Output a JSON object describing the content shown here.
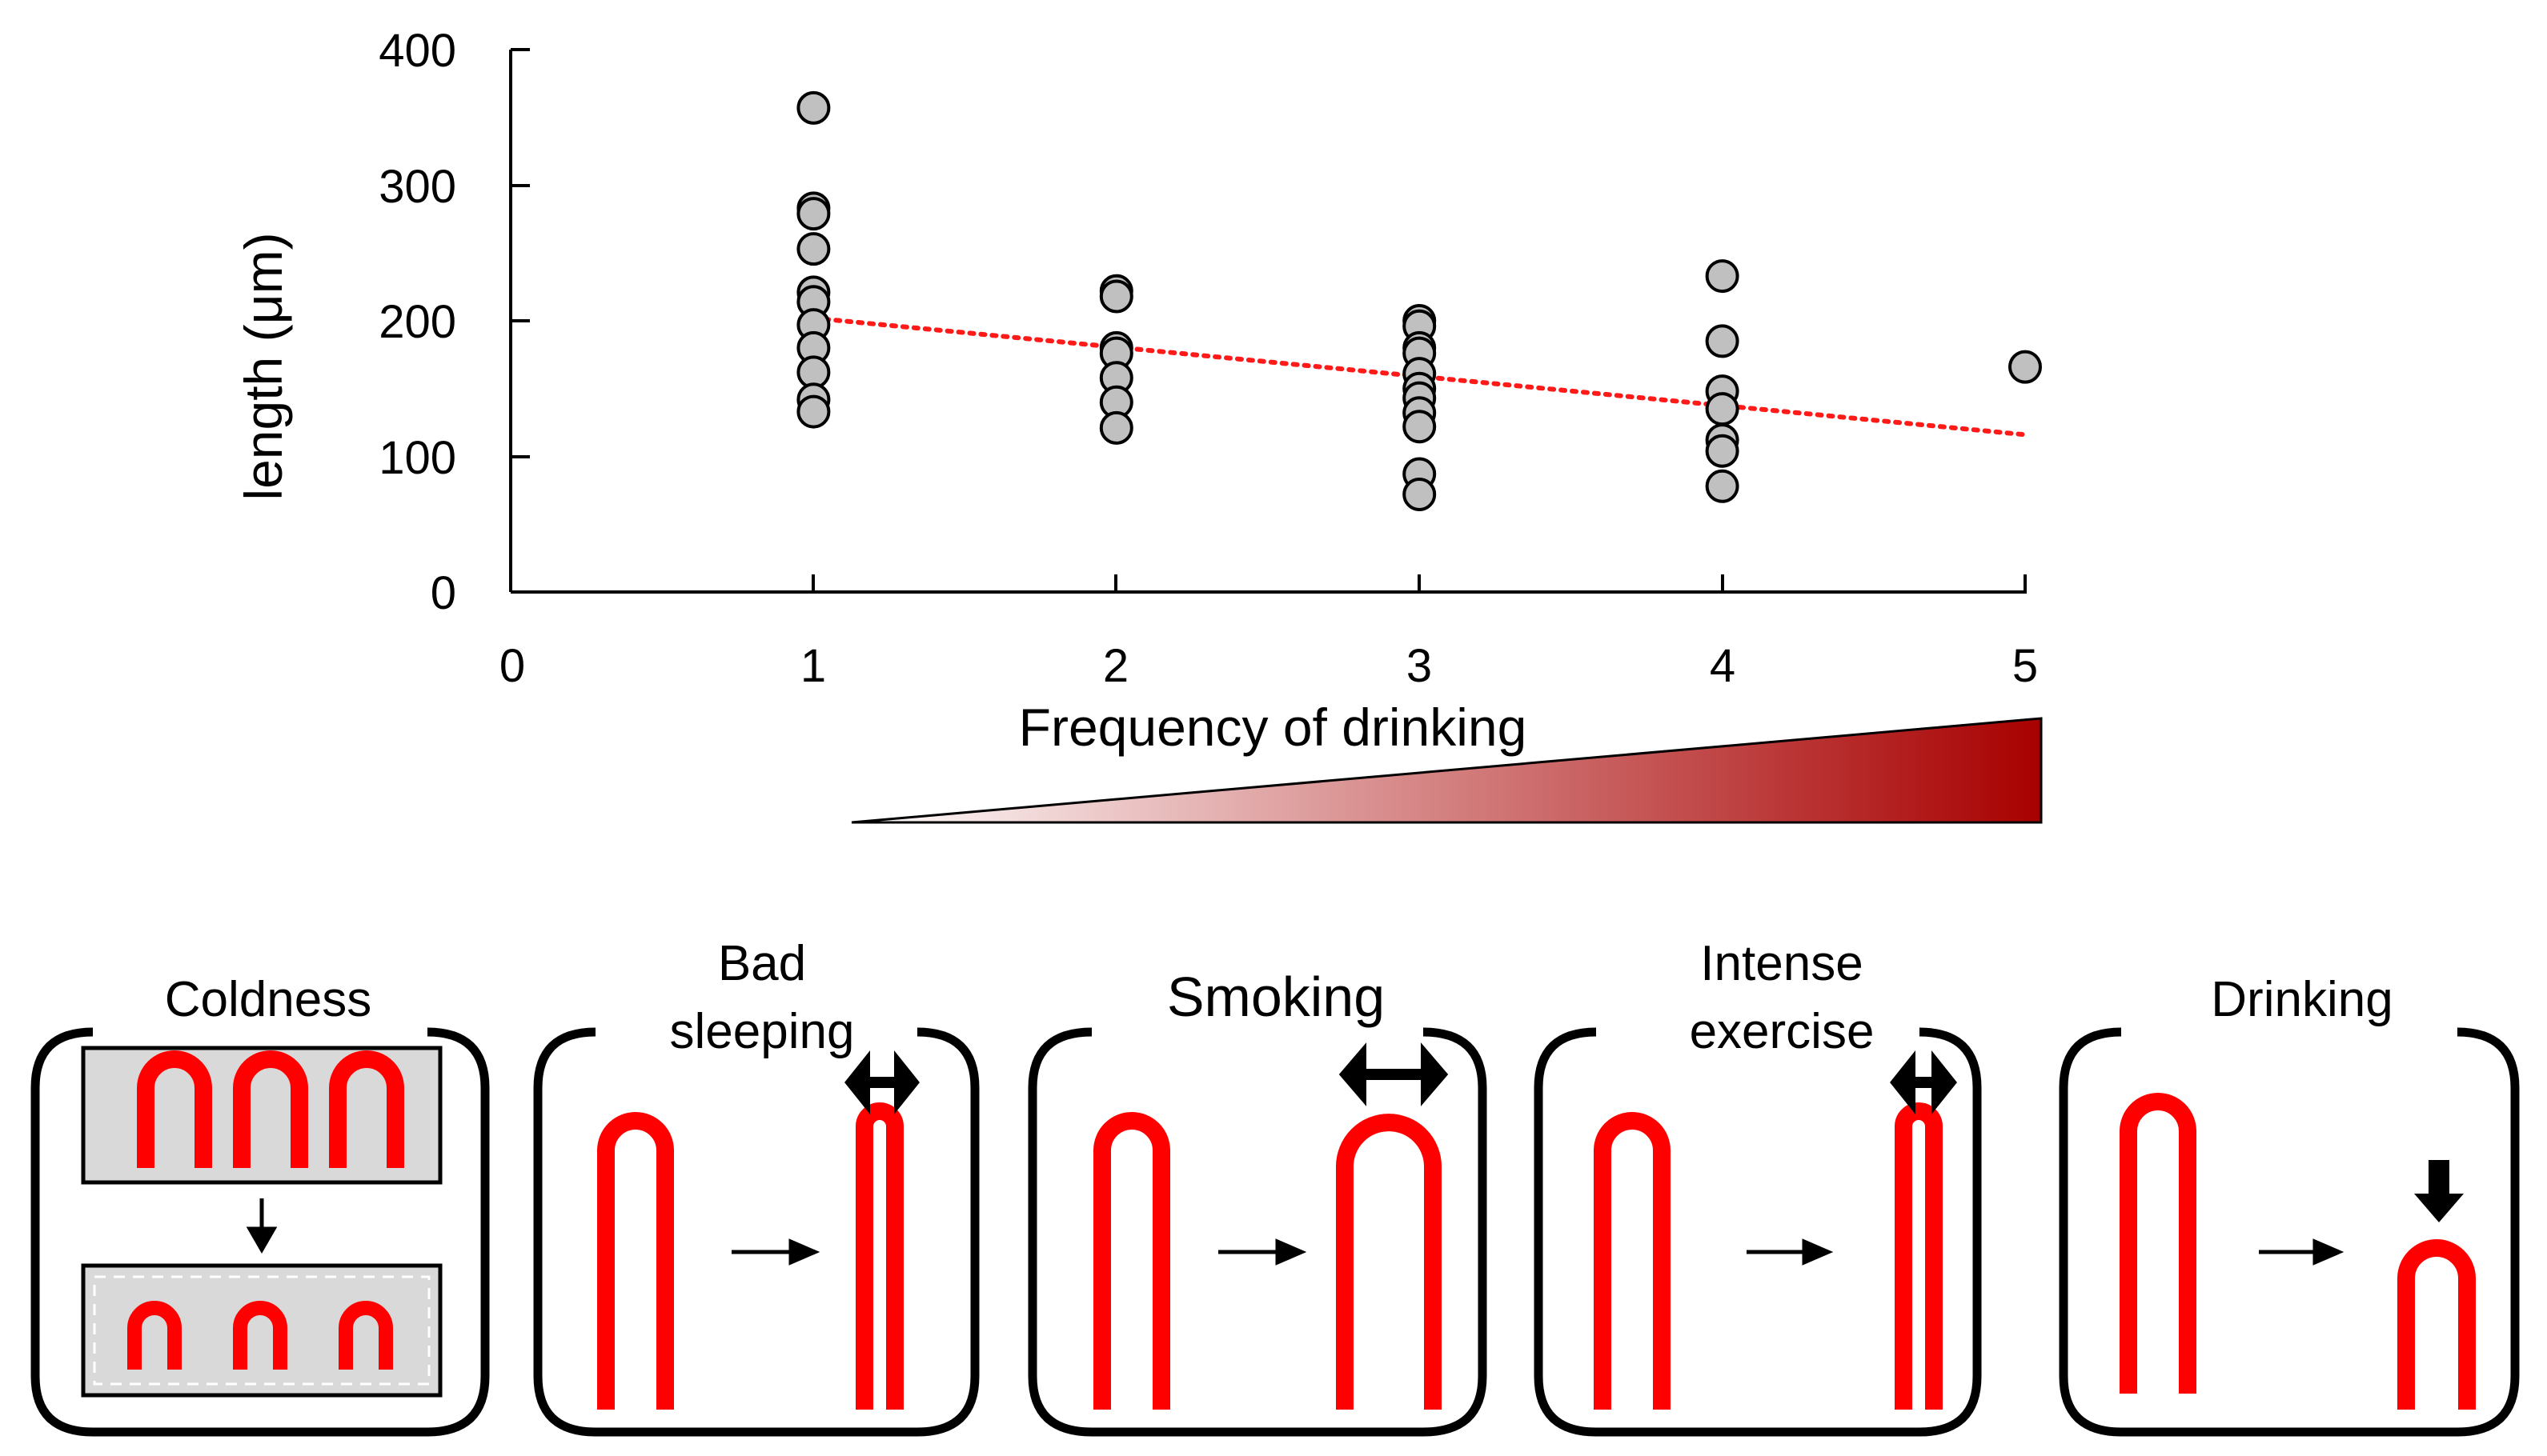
{
  "chart_data": {
    "type": "scatter",
    "xlabel": "Frequency of drinking",
    "ylabel": "length (μm)",
    "xlim": [
      0,
      5
    ],
    "ylim": [
      0,
      400
    ],
    "x_ticks": [
      "0",
      "1",
      "2",
      "3",
      "4",
      "5"
    ],
    "y_ticks": [
      "0",
      "100",
      "200",
      "300",
      "400"
    ],
    "grid": false,
    "points": [
      [
        1,
        357
      ],
      [
        1,
        283
      ],
      [
        1,
        279
      ],
      [
        1,
        253
      ],
      [
        1,
        221
      ],
      [
        1,
        214
      ],
      [
        1,
        197
      ],
      [
        1,
        180
      ],
      [
        1,
        162
      ],
      [
        1,
        142
      ],
      [
        1,
        133
      ],
      [
        2,
        222
      ],
      [
        2,
        218
      ],
      [
        2,
        180
      ],
      [
        2,
        176
      ],
      [
        2,
        158
      ],
      [
        2,
        140
      ],
      [
        2,
        121
      ],
      [
        3,
        200
      ],
      [
        3,
        196
      ],
      [
        3,
        180
      ],
      [
        3,
        176
      ],
      [
        3,
        161
      ],
      [
        3,
        150
      ],
      [
        3,
        143
      ],
      [
        3,
        132
      ],
      [
        3,
        122
      ],
      [
        3,
        87
      ],
      [
        3,
        72
      ],
      [
        4,
        233
      ],
      [
        4,
        185
      ],
      [
        4,
        148
      ],
      [
        4,
        135
      ],
      [
        4,
        112
      ],
      [
        4,
        104
      ],
      [
        4,
        78
      ],
      [
        5,
        166
      ]
    ],
    "trendline": {
      "x": [
        1,
        5
      ],
      "y": [
        202,
        116
      ]
    },
    "trend_color": "#ff1a1a",
    "marker_color": "#c0c0c0",
    "ramp_colors": [
      "#ffffff",
      "#a80000"
    ]
  },
  "panels": [
    {
      "id": "coldness",
      "label": "Coldness"
    },
    {
      "id": "bad-sleeping",
      "label_lines": [
        "Bad",
        "sleeping"
      ]
    },
    {
      "id": "smoking",
      "label": "Smoking"
    },
    {
      "id": "intense-exercise",
      "label_lines": [
        "Intense",
        "exercise"
      ]
    },
    {
      "id": "drinking",
      "label": "Drinking"
    }
  ],
  "colors": {
    "capillary": "#ff0000",
    "cold_box": "#d9d9d9"
  }
}
